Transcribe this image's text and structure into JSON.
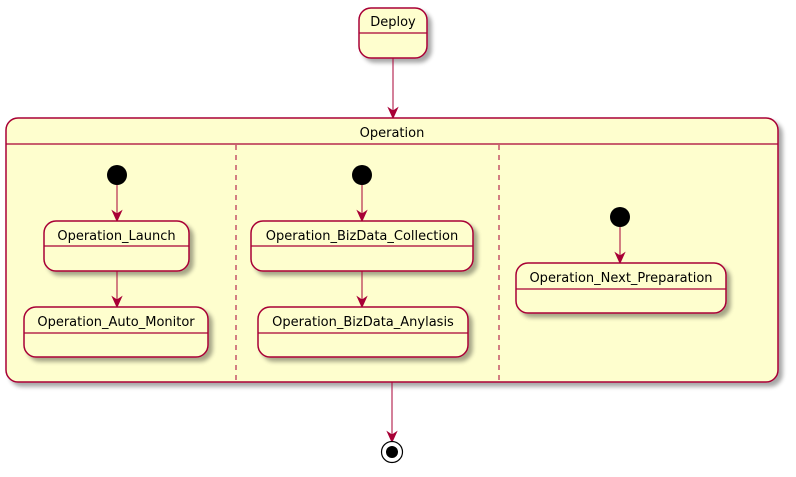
{
  "diagram": {
    "type": "state-diagram",
    "colors": {
      "fill": "#FEFECE",
      "stroke": "#A80036",
      "initial": "#000000"
    },
    "states": {
      "deploy": "Deploy",
      "operation": "Operation",
      "launch": "Operation_Launch",
      "auto_monitor": "Operation_Auto_Monitor",
      "bizdata_collection": "Operation_BizData_Collection",
      "bizdata_anylasis": "Operation_BizData_Anylasis",
      "next_preparation": "Operation_Next_Preparation"
    },
    "transitions": [
      [
        "Deploy",
        "Operation"
      ],
      [
        "initial",
        "Operation_Launch"
      ],
      [
        "Operation_Launch",
        "Operation_Auto_Monitor"
      ],
      [
        "initial",
        "Operation_BizData_Collection"
      ],
      [
        "Operation_BizData_Collection",
        "Operation_BizData_Anylasis"
      ],
      [
        "initial",
        "Operation_Next_Preparation"
      ],
      [
        "Operation",
        "final"
      ]
    ]
  }
}
